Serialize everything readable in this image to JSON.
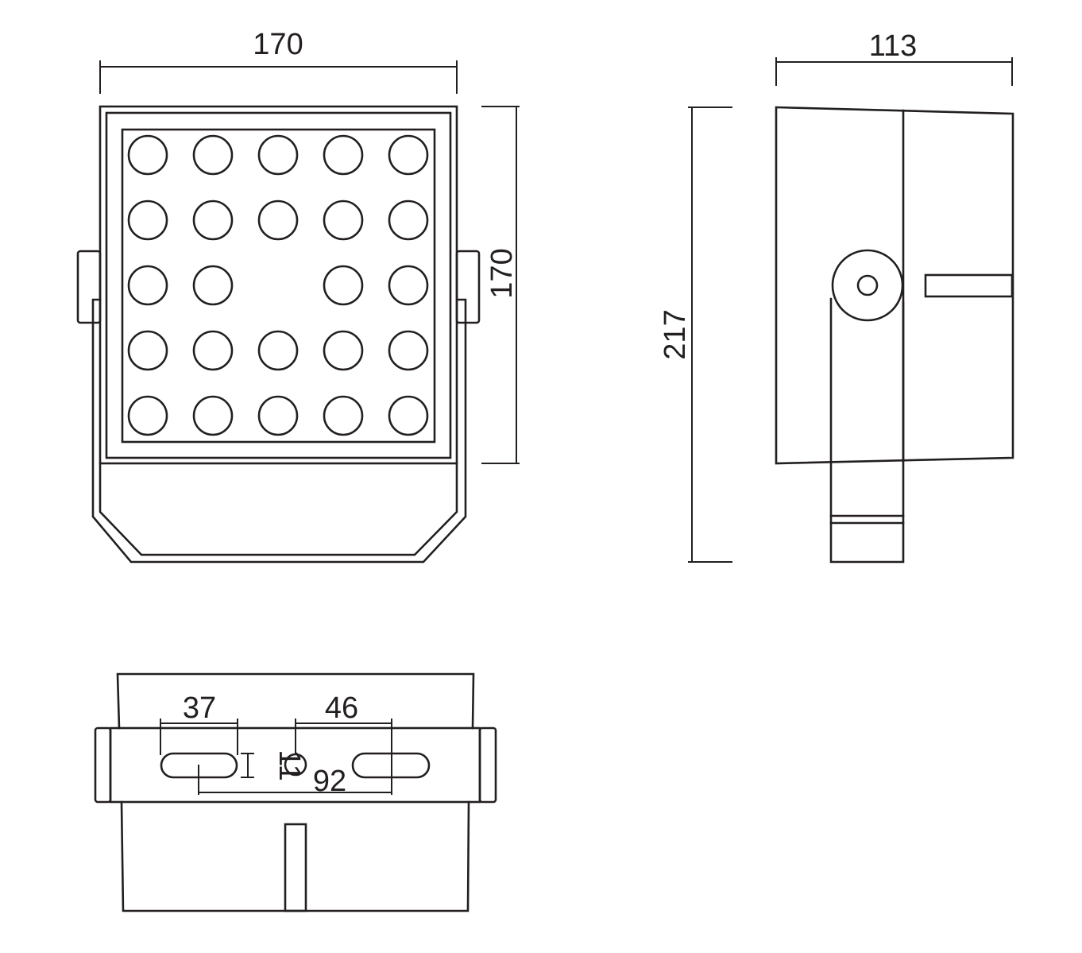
{
  "colors": {
    "line": "#231f20",
    "background": "#ffffff"
  },
  "front_view": {
    "width_label": "170",
    "height_label": "170",
    "led_grid": {
      "rows": 5,
      "cols": 5,
      "missing": [
        [
          2,
          2
        ]
      ]
    }
  },
  "side_view": {
    "depth_label": "113",
    "total_height_label": "217"
  },
  "bottom_view": {
    "slot_length_label": "37",
    "hole_offset_label": "46",
    "slot_width_label": "11",
    "slot_spacing_label": "92"
  }
}
